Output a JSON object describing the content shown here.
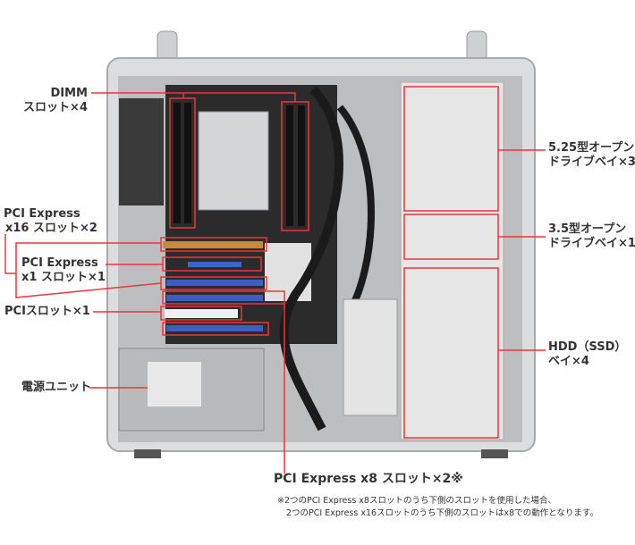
{
  "labels": {
    "dimm": [
      "DIMM",
      "スロット×4"
    ],
    "pcie_x16": [
      "PCI Express",
      "x16 スロット×2"
    ],
    "pcie_x1": [
      "PCI Express",
      "x1 スロット×1"
    ],
    "pci": "PCIスロット×1",
    "psu": "電源ユニット",
    "bay_525": [
      "5.25型オープン",
      "ドライブベイ×3"
    ],
    "bay_35": [
      "3.5型オープン",
      "ドライブベイ×1"
    ],
    "hdd": [
      "HDD（SSD）",
      "ベイ×4"
    ],
    "pcie_x8": "PCI Express x8 スロット×2※"
  },
  "footnote": [
    "※2つのPCI Express x8スロットのうち下側のスロットを使用した場合、",
    "2つのPCI Express x16スロットのうち下側のスロットはx8での動作となります。"
  ],
  "colors": {
    "highlight": "#e8373c",
    "case": "#d9dadb",
    "board": "#2a2a2a"
  }
}
